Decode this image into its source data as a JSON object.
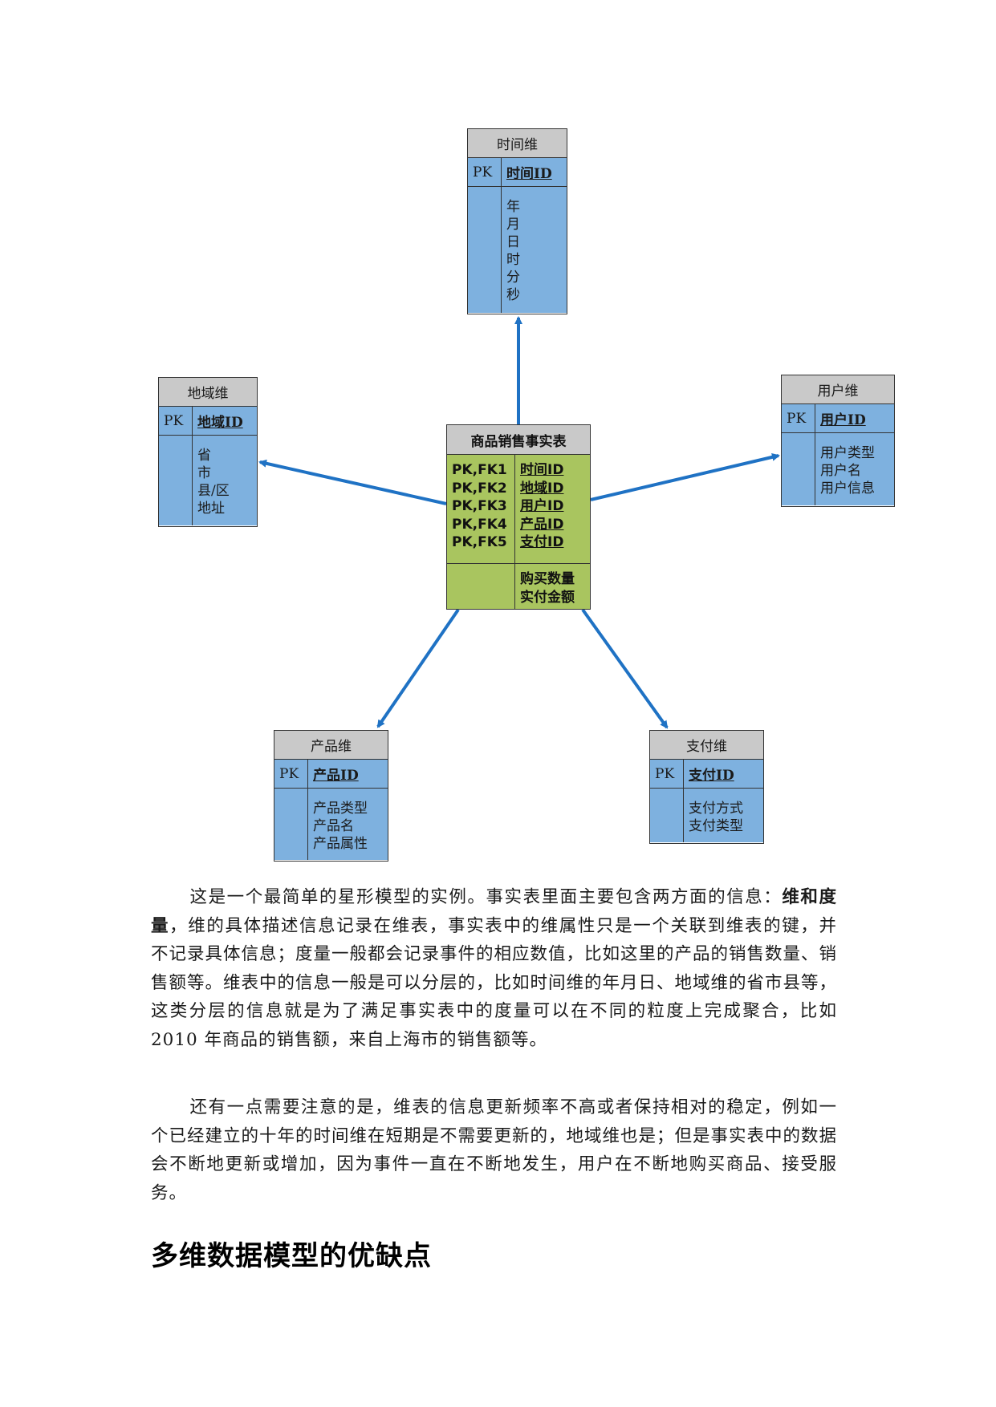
{
  "diagram": {
    "time_dim": {
      "title": "时间维",
      "pk_label": "PK",
      "pk_field": "时间ID",
      "attributes": [
        "年",
        "月",
        "日",
        "时",
        "分",
        "秒"
      ]
    },
    "region_dim": {
      "title": "地域维",
      "pk_label": "PK",
      "pk_field": "地域ID",
      "attributes": [
        "省",
        "市",
        "县/区",
        "地址"
      ]
    },
    "user_dim": {
      "title": "用户维",
      "pk_label": "PK",
      "pk_field": "用户ID",
      "attributes": [
        "用户类型",
        "用户名",
        "用户信息"
      ]
    },
    "product_dim": {
      "title": "产品维",
      "pk_label": "PK",
      "pk_field": "产品ID",
      "attributes": [
        "产品类型",
        "产品名",
        "产品属性"
      ]
    },
    "payment_dim": {
      "title": "支付维",
      "pk_label": "PK",
      "pk_field": "支付ID",
      "attributes": [
        "支付方式",
        "支付类型"
      ]
    },
    "fact": {
      "title": "商品销售事实表",
      "keys": [
        "PK,FK1",
        "PK,FK2",
        "PK,FK3",
        "PK,FK4",
        "PK,FK5"
      ],
      "fields": [
        "时间ID",
        "地域ID",
        "用户ID",
        "产品ID",
        "支付ID"
      ],
      "measures": [
        "购买数量",
        "实付金额"
      ]
    },
    "arrow_color": "#1f72c4"
  },
  "text": {
    "para1_a": "这是一个最简单的星形模型的实例。事实表里面主要包含两方面的信息：",
    "para1_bold": "维和度量",
    "para1_b": "，维的具体描述信息记录在维表，事实表中的维属性只是一个关联到维表的键，并不记录具体信息；度量一般都会记录事件的相应数值，比如这里的产品的销售数量、销售额等。维表中的信息一般是可以分层的，比如时间维的年月日、地域维的省市县等，这类分层的信息就是为了满足事实表中的度量可以在不同的粒度上完成聚合，比如 2010 年商品的销售额，来自上海市的销售额等。",
    "para2": "还有一点需要注意的是，维表的信息更新频率不高或者保持相对的稳定，例如一个已经建立的十年的时间维在短期是不需要更新的，地域维也是；但是事实表中的数据会不断地更新或增加，因为事件一直在不断地发生，用户在不断地购买商品、接受服务。",
    "heading": "多维数据模型的优缺点"
  }
}
